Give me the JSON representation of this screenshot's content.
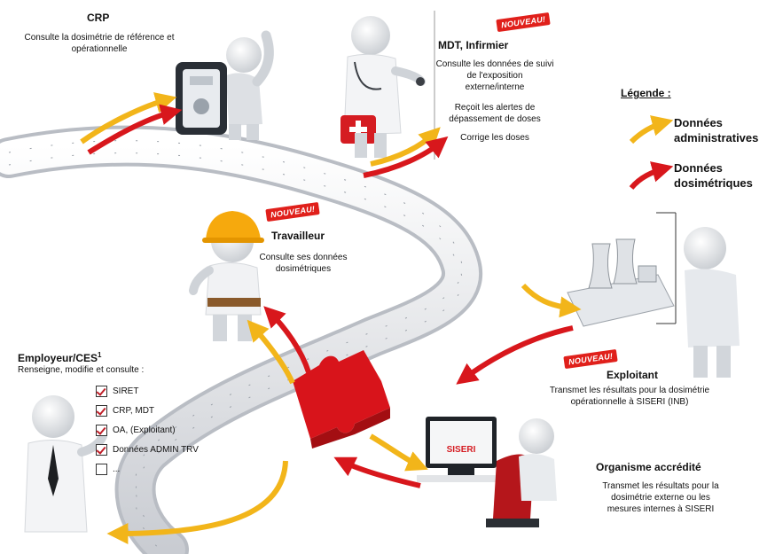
{
  "colors": {
    "admin": "#f2b51a",
    "dosi": "#d8171c",
    "badge": "#e0201b",
    "puzzle": "#e9ebee",
    "keypiece": "#d8141b"
  },
  "crp": {
    "title": "CRP",
    "desc_line1": "Consulte la dosimétrie de référence et",
    "desc_line2": "opérationnelle"
  },
  "mdt": {
    "badge": "NOUVEAU!",
    "title": "MDT, Infirmier",
    "line1": "Consulte les données de suivi",
    "line2": "de l'exposition",
    "line3": "externe/interne",
    "line4": "Reçoit les alertes de",
    "line5": "dépassement de doses",
    "line6": "Corrige les doses"
  },
  "legend": {
    "title": "Légende :",
    "admin_l1": "Données",
    "admin_l2": "administratives",
    "dosi_l1": "Données",
    "dosi_l2": "dosimétriques"
  },
  "travailleur": {
    "badge": "NOUVEAU!",
    "title": "Travailleur",
    "desc_l1": "Consulte ses données",
    "desc_l2": "dosimétriques"
  },
  "exploitant": {
    "badge": "NOUVEAU!",
    "title": "Exploitant",
    "desc_l1": "Transmet les résultats pour la dosimétrie",
    "desc_l2": "opérationnelle à SISERI (INB)"
  },
  "employeur": {
    "title": "Employeur/CES",
    "sup": "1",
    "subtitle": "Renseigne, modifie et consulte :",
    "items": [
      {
        "label": "SIRET",
        "checked": true
      },
      {
        "label": "CRP, MDT",
        "checked": true
      },
      {
        "label": "OA, (Exploitant)",
        "checked": true
      },
      {
        "label": "Données ADMIN TRV",
        "checked": true
      },
      {
        "label": "...",
        "checked": false
      }
    ]
  },
  "organisme": {
    "title": "Organisme accrédité",
    "desc_l1": "Transmet les résultats pour la",
    "desc_l2": "dosimétrie externe ou les",
    "desc_l3": "mesures internes à SISERI"
  },
  "screen_label": "SISERI",
  "icons": [
    "dosimeter-icon",
    "first-aid-kit-icon",
    "hard-hat-icon",
    "nuclear-plant-icon",
    "computer-icon",
    "office-chair-icon",
    "puzzle-piece-icon"
  ]
}
